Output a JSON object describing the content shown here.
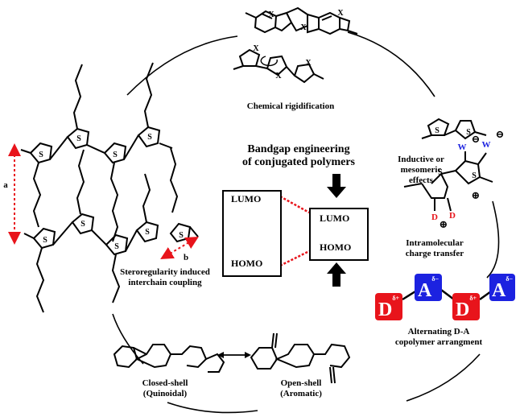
{
  "center": {
    "title_line1": "Bandgap engineering",
    "title_line2": "of conjugated polymers"
  },
  "levels": {
    "left_lumo": "LUMO",
    "left_homo": "HOMO",
    "right_lumo": "LUMO",
    "right_homo": "HOMO"
  },
  "labels": {
    "chemical_rigidification": "Chemical rigidification",
    "inductive_line1": "Inductive or",
    "inductive_line2": "mesomeric",
    "inductive_line3": "effects",
    "intramolecular_line1": "Intramolecular",
    "intramolecular_line2": "charge transfer",
    "alternating_line1": "Alternating D-A",
    "alternating_line2": "copolymer arrangment",
    "closed_shell_line1": "Closed-shell",
    "closed_shell_line2": "(Quinoidal)",
    "open_shell_line1": "Open-shell",
    "open_shell_line2": "(Aromatic)",
    "stereo_line1": "Steroregularity induced",
    "stereo_line2": "interchain coupling",
    "axis_a": "a",
    "axis_b": "b"
  },
  "chem": {
    "X": "X",
    "S": "S",
    "W": "W",
    "D": "D",
    "minus": "⊖",
    "plus": "⊕"
  },
  "copolymer": {
    "units": [
      {
        "letter": "D",
        "charge": "δ+",
        "color": "#e8141b"
      },
      {
        "letter": "A",
        "charge": "δ−",
        "color": "#1c22e0"
      },
      {
        "letter": "D",
        "charge": "δ+",
        "color": "#e8141b"
      },
      {
        "letter": "A",
        "charge": "δ−",
        "color": "#1c22e0"
      }
    ]
  },
  "colors": {
    "donor": "#e8141b",
    "acceptor": "#1c22e0",
    "dashed": "#e8141b",
    "withdrawing": "#1c22e0"
  }
}
